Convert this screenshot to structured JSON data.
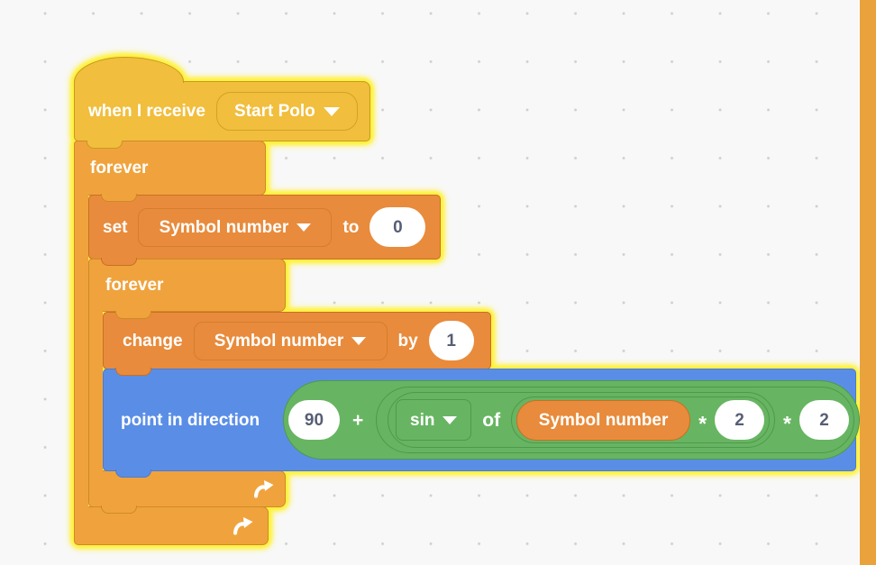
{
  "workspace": {
    "background_color": "#F8F8F8",
    "grid_dot_color": "#CFCFCF",
    "running_glow_color": "#FFF13F",
    "side_strip_color": "#EAA23C"
  },
  "colors": {
    "events_fill": "#F1BE3D",
    "events_border": "#C79A1D",
    "control_fill": "#F0A33D",
    "control_border": "#CE8A25",
    "variables_fill": "#E88B3C",
    "variables_border": "#C86F22",
    "motion_fill": "#5A8EE6",
    "motion_border": "#4A7BCE",
    "operators_fill": "#67B562",
    "operators_border": "#4E9A4B",
    "input_text_color": "#575E75"
  },
  "icons": {
    "dropdown_arrow": "triangle-down",
    "loop_arrow": "curved-arrow-up-right"
  },
  "blocks": {
    "when_receive": {
      "label": "when I receive",
      "broadcast": "Start Polo"
    },
    "forever_outer": {
      "label": "forever"
    },
    "set_var": {
      "label_set": "set",
      "variable": "Symbol number",
      "label_to": "to",
      "value": "0"
    },
    "forever_inner": {
      "label": "forever"
    },
    "change_var": {
      "label_change": "change",
      "variable": "Symbol number",
      "label_by": "by",
      "value": "1"
    },
    "point_direction": {
      "label": "point in direction",
      "base_value": "90",
      "plus": "+",
      "sin": "sin",
      "of": "of",
      "variable": "Symbol number",
      "times_inner": "*",
      "factor_inner": "2",
      "times_outer": "*",
      "factor_outer": "2"
    }
  }
}
